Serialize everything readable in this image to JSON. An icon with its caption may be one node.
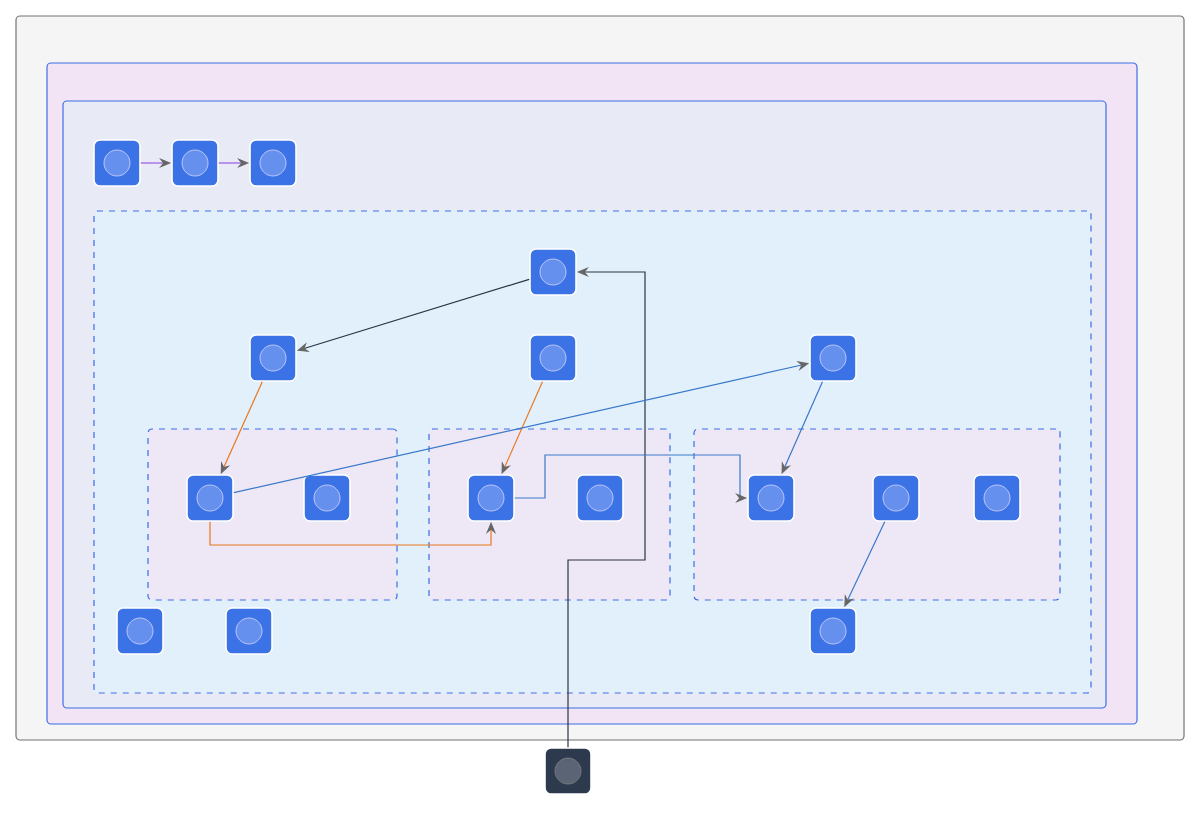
{
  "diagram": {
    "nodes": [
      {
        "text": [],
        "shape": "box"
      },
      {
        "text": [],
        "shape": "box",
        "in": 0
      },
      {
        "text": [],
        "shape": "box",
        "in": 1
      },
      {
        "text": [],
        "shape": "box",
        "in": 2
      },
      {
        "text": [],
        "shape": "box",
        "in": 2
      },
      {
        "text": [],
        "shape": "box",
        "in": 2
      },
      {
        "text": [],
        "shape": "box",
        "in": 2
      },
      {
        "text": [],
        "shape": "box",
        "in": 6
      },
      {
        "text": [],
        "shape": "box",
        "in": 6
      },
      {
        "text": [],
        "shape": "box",
        "in": 6
      },
      {
        "text": [],
        "shape": "box",
        "in": 6
      },
      {
        "text": [],
        "shape": "box",
        "in": 6
      },
      {
        "text": [],
        "shape": "box",
        "in": 6
      },
      {
        "text": [],
        "shape": "box",
        "in": 6
      },
      {
        "text": [],
        "shape": "box",
        "in": 11
      },
      {
        "text": [],
        "shape": "box",
        "in": 11
      },
      {
        "text": [],
        "shape": "box",
        "in": 12
      },
      {
        "text": [],
        "shape": "box",
        "in": 12
      },
      {
        "text": [],
        "shape": "box",
        "in": 13
      },
      {
        "text": [],
        "shape": "box",
        "in": 13
      },
      {
        "text": [],
        "shape": "box",
        "in": 13
      },
      {
        "text": [],
        "shape": "box",
        "in": 6
      },
      {
        "text": [],
        "shape": "box",
        "in": 6
      },
      {
        "text": [],
        "shape": "box",
        "in": 6
      },
      {
        "text": [],
        "shape": "box"
      }
    ],
    "edges": [
      {
        "from": 3,
        "to": 4,
        "arrow": "to",
        "color": "#9b59e6"
      },
      {
        "from": 4,
        "to": 5,
        "arrow": "to",
        "color": "#9b59e6"
      },
      {
        "from": 24,
        "to": 7,
        "arrow": "to",
        "color": "#2b3445"
      },
      {
        "from": 7,
        "to": 8,
        "arrow": "to",
        "color": "#2b3445"
      },
      {
        "from": 8,
        "to": 14,
        "arrow": "to",
        "color": "#e8781e"
      },
      {
        "from": 9,
        "to": 16,
        "arrow": "to",
        "color": "#e8781e"
      },
      {
        "from": 14,
        "to": 16,
        "arrow": "to",
        "color": "#e8781e"
      },
      {
        "from": 14,
        "to": 10,
        "arrow": "to"
      },
      {
        "from": 16,
        "to": 18,
        "arrow": "to"
      },
      {
        "from": 10,
        "to": 18,
        "arrow": "to"
      },
      {
        "from": 19,
        "to": 23,
        "arrow": "to"
      }
    ]
  }
}
